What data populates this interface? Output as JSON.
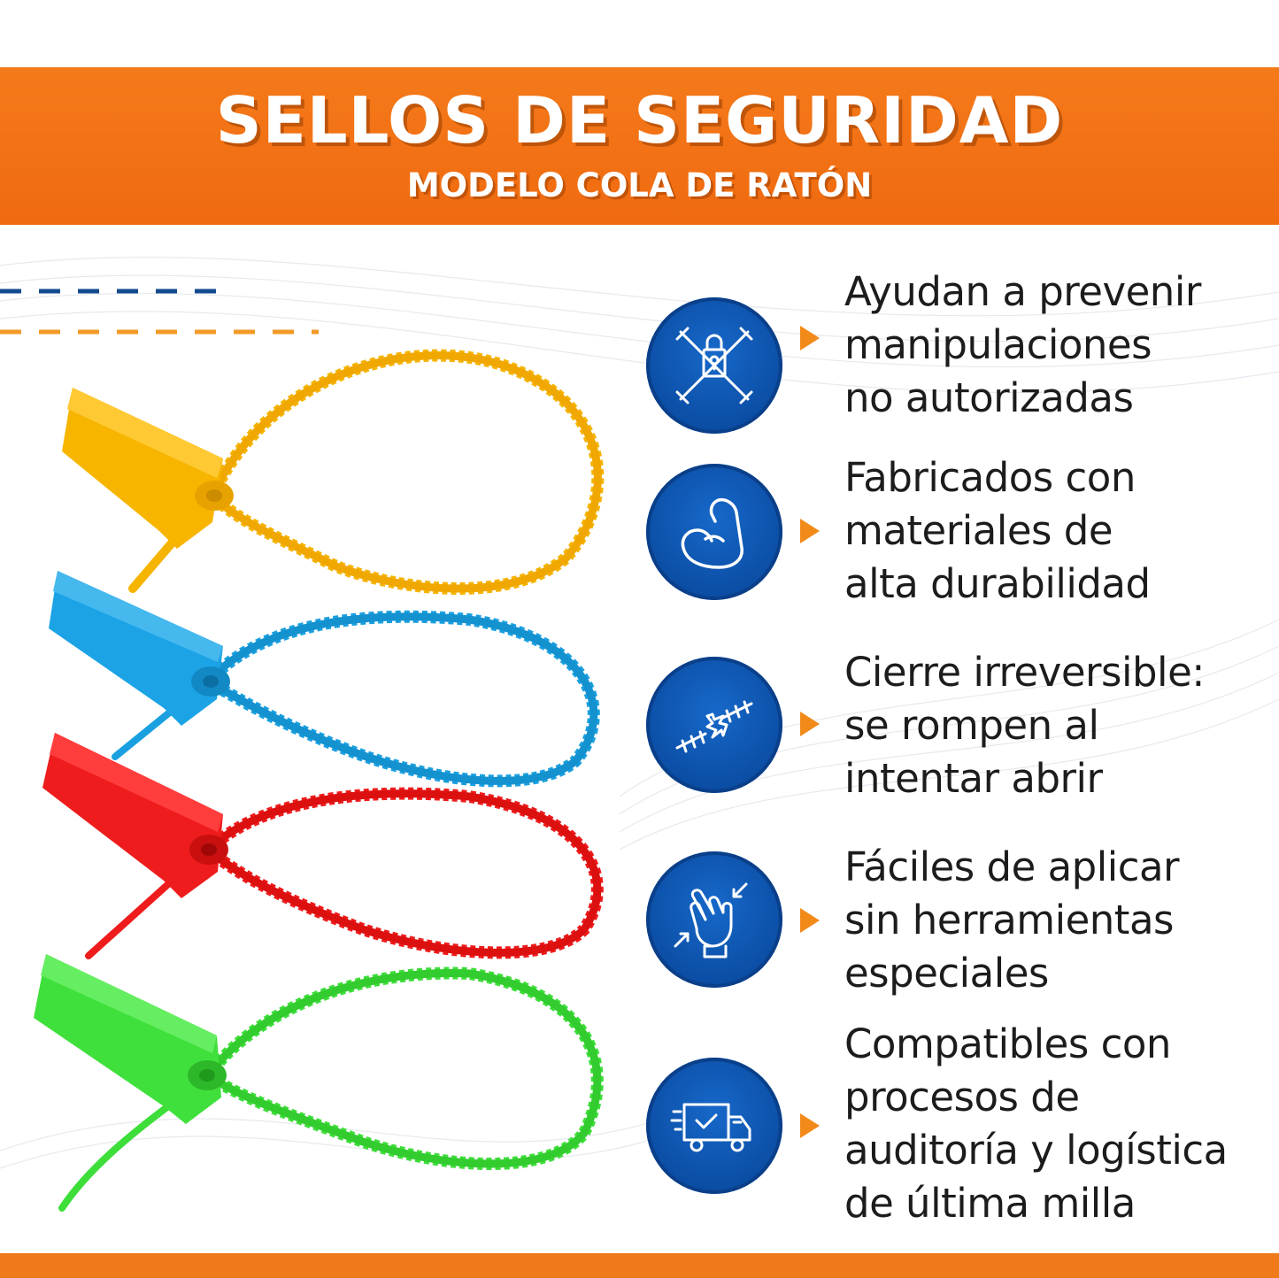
{
  "banner": {
    "title": "SELLOS DE SEGURIDAD",
    "subtitle": "MODELO COLA DE RATÓN"
  },
  "colors": {
    "banner_orange": "#f47a1a",
    "circle_blue": "#0b4ea5",
    "arrow_orange": "#f28a1a",
    "seal_yellow": "#f5b400",
    "seal_blue": "#1aa0e0",
    "seal_red": "#ee1c1c",
    "seal_green": "#3ede3a"
  },
  "features": [
    {
      "icon": "no-tamper-icon",
      "lines": [
        "Ayudan a prevenir",
        "manipulaciones",
        "no autorizadas"
      ]
    },
    {
      "icon": "strong-arm-icon",
      "lines": [
        "Fabricados con",
        "materiales de",
        "alta durabilidad"
      ]
    },
    {
      "icon": "broken-seal-icon",
      "lines": [
        "Cierre irreversible:",
        "se rompen al",
        "intentar abrir"
      ]
    },
    {
      "icon": "hand-pinch-icon",
      "lines": [
        "Fáciles de aplicar",
        "sin herramientas",
        "especiales"
      ]
    },
    {
      "icon": "delivery-truck-icon",
      "lines": [
        "Compatibles con",
        "procesos de",
        "auditoría y logística",
        "de última milla"
      ]
    }
  ]
}
